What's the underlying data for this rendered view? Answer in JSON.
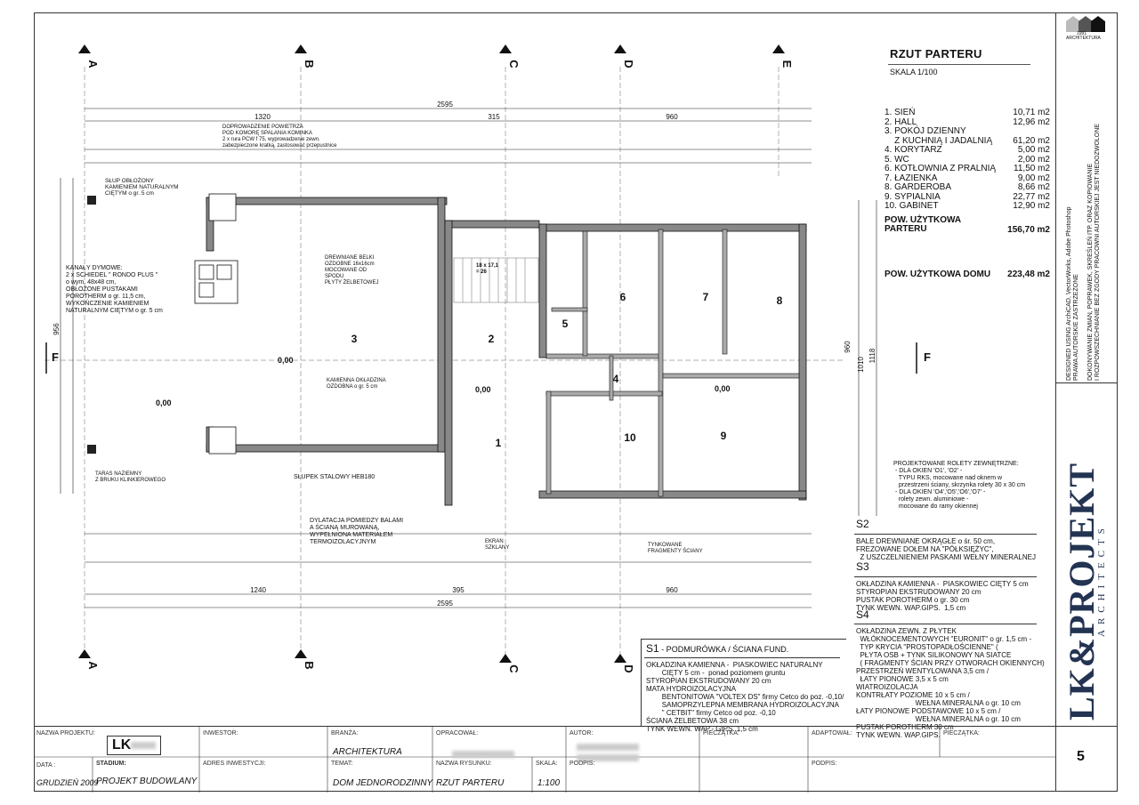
{
  "drawing": {
    "title": "RZUT PARTERU",
    "scale": "SKALA 1/100",
    "axes": [
      "A",
      "B",
      "C",
      "D",
      "E"
    ],
    "sections": [
      "F",
      "F"
    ],
    "overall_dims": {
      "total": "2595",
      "top_parts": [
        "1320",
        "315",
        "960"
      ],
      "bottom_parts": [
        "1240",
        "395",
        "960"
      ],
      "left_height": "956",
      "right_height": "1118",
      "right_inner": "1010",
      "right_mid": "960"
    },
    "rooms": [
      {
        "no": "1",
        "area_label": "1"
      },
      {
        "no": "2",
        "area_label": "2"
      },
      {
        "no": "3",
        "area_label": "3"
      },
      {
        "no": "4",
        "area_label": "4"
      },
      {
        "no": "5",
        "area_label": "5"
      },
      {
        "no": "6",
        "area_label": "6"
      },
      {
        "no": "7",
        "area_label": "7"
      },
      {
        "no": "8",
        "area_label": "8"
      },
      {
        "no": "9",
        "area_label": "9"
      },
      {
        "no": "10",
        "area_label": "10"
      }
    ],
    "levels": [
      "0,00",
      "0,00",
      "0,00",
      "0,00"
    ],
    "notes": {
      "smoke": "KANAŁY DYMOWE:\n2 x SCHIEDEL \" RONDO PLUS \"\no wym. 48x48 cm,\nOBŁOŻONE PUSTAKAMI\nPOROTHERM o gr. 11,5 cm,\nWYKOŃCZENIE KAMIENIEM\nNATURALNYM CIĘTYM o gr. 5 cm",
      "pillar": "SŁUP OBŁOŻONY\nKAMIENIEM NATURALNYM\nCIĘTYM o gr. 5 cm",
      "air": "DOPROWADZENIE POWIETRZA\nPOD KOMORĘ SPALANIA KOMINKA\n2 x rura PCW f 75, wyprowadzenie zewn.\nzabezpieczone kratką, zastosować przepustnice",
      "beams": "DREWNIANE BELKI\nOZDOBNE 16x16cm\nMOCOWANE OD\nSPODU\nPŁYTY ŻELBETOWEJ",
      "stone": "KAMIENNA OKŁADZINA\nOZDOBNA o gr. 5 cm",
      "column": "SŁUPEK STALOWY HEB180",
      "terrace": "TARAS NAZIEMNY\nZ BRUKU KLINKIEROWEGO",
      "dilat": "DYLATACJA POMIEDZY BALAMI\nA ŚCIANĄ MUROWANĄ,\nWYPEŁNIONA MATERIAŁEM\nTERMOIZOLACYJNYM",
      "screen": "EKRAN\nSZKLANY",
      "fragments": "TYNKOWANE\nFRAGMENTY ŚCIANY",
      "shutters": "PROJEKTOWANE ROLETY ZEWNĘTRZNE:\n - DLA OKIEN 'O1', 'O2' -\n   TYPU RKS, mocowane nad oknem w\n   przestrzeni ściany, skrzynka rolety 30 x 30 cm\n - DLA OKIEN 'O4','O5','O6','O7' -\n   rolety zewn. aluminiowe -\n   mocowane do ramy okiennej",
      "stairs": "18 x 17,1\n= 26"
    }
  },
  "legend": {
    "items": [
      {
        "name": "1. SIEŃ",
        "area": "10,71 m2"
      },
      {
        "name": "2. HALL",
        "area": "12,96 m2"
      },
      {
        "name": "3. POKÓJ DZIENNY",
        "area": ""
      },
      {
        "name": "    Z KUCHNIĄ I JADALNIĄ",
        "area": "61,20 m2"
      },
      {
        "name": "4. KORYTARZ",
        "area": "5,00 m2"
      },
      {
        "name": "5. WC",
        "area": "2,00 m2"
      },
      {
        "name": "6. KOTŁOWNIA Z PRALNIĄ",
        "area": "11,50 m2"
      },
      {
        "name": "7. ŁAZIENKA",
        "area": "9,00 m2"
      },
      {
        "name": "8. GARDEROBA",
        "area": "8,66 m2"
      },
      {
        "name": "9. SYPIALNIA",
        "area": "22,77 m2"
      },
      {
        "name": "10. GABINET",
        "area": "12,90 m2"
      }
    ],
    "usable_ground_label": "POW. UŻYTKOWA\nPARTERU",
    "usable_ground_value": "156,70 m2",
    "usable_house_label": "POW. UŻYTKOWA DOMU",
    "usable_house_value": "223,48 m2"
  },
  "specs": {
    "s1_head": "S1",
    "s1_title": " - PODMURÓWKA / ŚCIANA FUND.",
    "s1_body": "OKŁADZINA KAMIENNA -  PIASKOWIEC NATURALNY\n        CIĘTY 5 cm -  ponad poziomem gruntu\nSTYROPIAN EKSTRUDOWANY 20 cm\nMATA HYDROIZOLACYJNA\n        BENTONITOWA \"VOLTEX DS\" firmy Cetco do poz. -0,10/\n        SAMOPRZYLEPNA MEMBRANA HYDROIZOLACYJNA\n        \" CETBIT\" firmy Cetco od poz. -0,10\nŚCIANA ŻELBETOWA 38 cm\nTYNK WEWN. WAP.- GIPS. 1,5 cm",
    "s2_head": "S2",
    "s2_body": "BALE DREWNIANE OKRĄGŁE o śr. 50 cm,\nFREZOWANE DOŁEM NA \"PÓŁKSIĘŻYC\",\n  Z USZCZELNIENIEM PASKAMI WEŁNY MINERALNEJ",
    "s3_head": "S3",
    "s3_body": "OKŁADZINA KAMIENNA -  PIASKOWIEC CIĘTY 5 cm\nSTYROPIAN EKSTRUDOWANY 20 cm\nPUSTAK POROTHERM o gr. 30 cm\nTYNK WEWN. WAP.GIPS.  1,5 cm",
    "s4_head": "S4",
    "s4_body": "OKŁADZINA ZEWN. Z PŁYTEK\n  WŁÓKNOCEMENTOWYCH \"EURONIT\" o gr. 1,5 cm -\n  TYP KRYCIA \"PROSTOPADŁOŚCIENNE\" (\n  PŁYTA OSB + TYNK SILIKONOWY NA SIATCE\n  ( FRAGMENTY ŚCIAN PRZY OTWORACH OKIENNYCH)\nPRZESTRZEŃ WENTYLOWANA 3,5 cm /\n  ŁATY PIONOWE 3,5 x 5 cm\nWIATROIZOLACJA\nKONTRŁATY POZIOME 10 x 5 cm /\n                              WEŁNA MINERALNA o gr. 10 cm\nŁATY PIONOWE PODSTAWOWE 10 x 5 cm /\n                              WEŁNA MINERALNA o gr. 10 cm\nPUSTAK POROTHERM 30 cm\nTYNK WEWN. WAP.GIPS."
  },
  "titleblock": {
    "project_name_label": "NAZWA PROJEKTU:",
    "project_logo": "LK",
    "investor_label": "INWESTOR:",
    "branch_label": "BRANŻA:",
    "branch_value": "ARCHITEKTURA",
    "prepared_label": "OPRACOWAŁ:",
    "author_label": "AUTOR:",
    "stamp_label": "PIECZĄTKA:",
    "adapted_label": "ADAPTOWAŁ:",
    "stamp2_label": "PIECZĄTKA:",
    "date_label": "DATA :",
    "date_value": "GRUDZIEŃ 2009",
    "stage_label": "STADIUM:",
    "stage_value": "PROJEKT BUDOWLANY",
    "address_label": "ADRES INWESTYCJI:",
    "subject_label": "TEMAT:",
    "subject_value": "DOM JEDNORODZINNY",
    "drawing_label": "NAZWA RYSUNKU:",
    "drawing_value": "RZUT PARTERU",
    "scale_label": "SKALA:",
    "scale_value": "1:100",
    "sign_label": "PODPIS:",
    "sign2_label": "PODPIS:",
    "page": "5"
  },
  "side": {
    "logo_year": "1991",
    "logo_sub": "ARCHITEKTURA",
    "software": "DESIGNED USING ArchiCAD, VectorWorks, Adobe Photoshop",
    "rights": "PRAWA AUTORSKIE ZASTRZEŻONE",
    "copy1": "DOKONYWANIE ZMIAN, POPRAWEK, SKREŚLEŃ ITP. ORAZ KOPIOWANIE",
    "copy2": "I ROZPOWSZECHNIANIE BEZ ZGODY PRACOWNI AUTORSKIEJ JEST NIEDOZWOLONE",
    "brand": "LK&PROJEKT",
    "brand_sub": "ARCHITECTS"
  }
}
